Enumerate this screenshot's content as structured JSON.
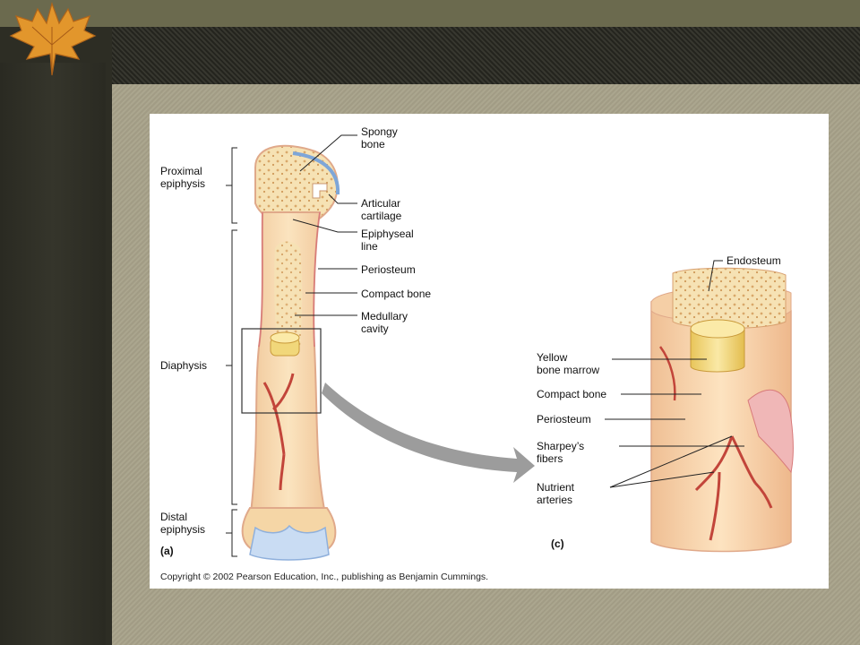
{
  "labels": {
    "proximal_epiphysis": [
      "Proximal",
      "epiphysis"
    ],
    "diaphysis": "Diaphysis",
    "distal_epiphysis": [
      "Distal",
      "epiphysis"
    ],
    "spongy_bone": [
      "Spongy",
      "bone"
    ],
    "articular_cartilage": [
      "Articular",
      "cartilage"
    ],
    "epiphyseal_line": [
      "Epiphyseal",
      "line"
    ],
    "periosteum": "Periosteum",
    "compact_bone": "Compact bone",
    "medullary_cavity": [
      "Medullary",
      "cavity"
    ],
    "endosteum": "Endosteum",
    "yellow_marrow": [
      "Yellow",
      "bone marrow"
    ],
    "compact_bone_c": "Compact bone",
    "periosteum_c": "Periosteum",
    "sharpeys": [
      "Sharpey’s",
      "fibers"
    ],
    "nutrient": [
      "Nutrient",
      "arteries"
    ],
    "panel_a": "(a)",
    "panel_c": "(c)"
  },
  "copyright": "Copyright © 2002 Pearson Education, Inc., publishing as Benjamin Cummings.",
  "colors": {
    "bone": "#f3d9a0",
    "bone_edge": "#e0a98a",
    "cartilage": "#c7d8f0",
    "artery": "#c2453a",
    "marrow": "#f1d77a",
    "line": "#222222"
  }
}
